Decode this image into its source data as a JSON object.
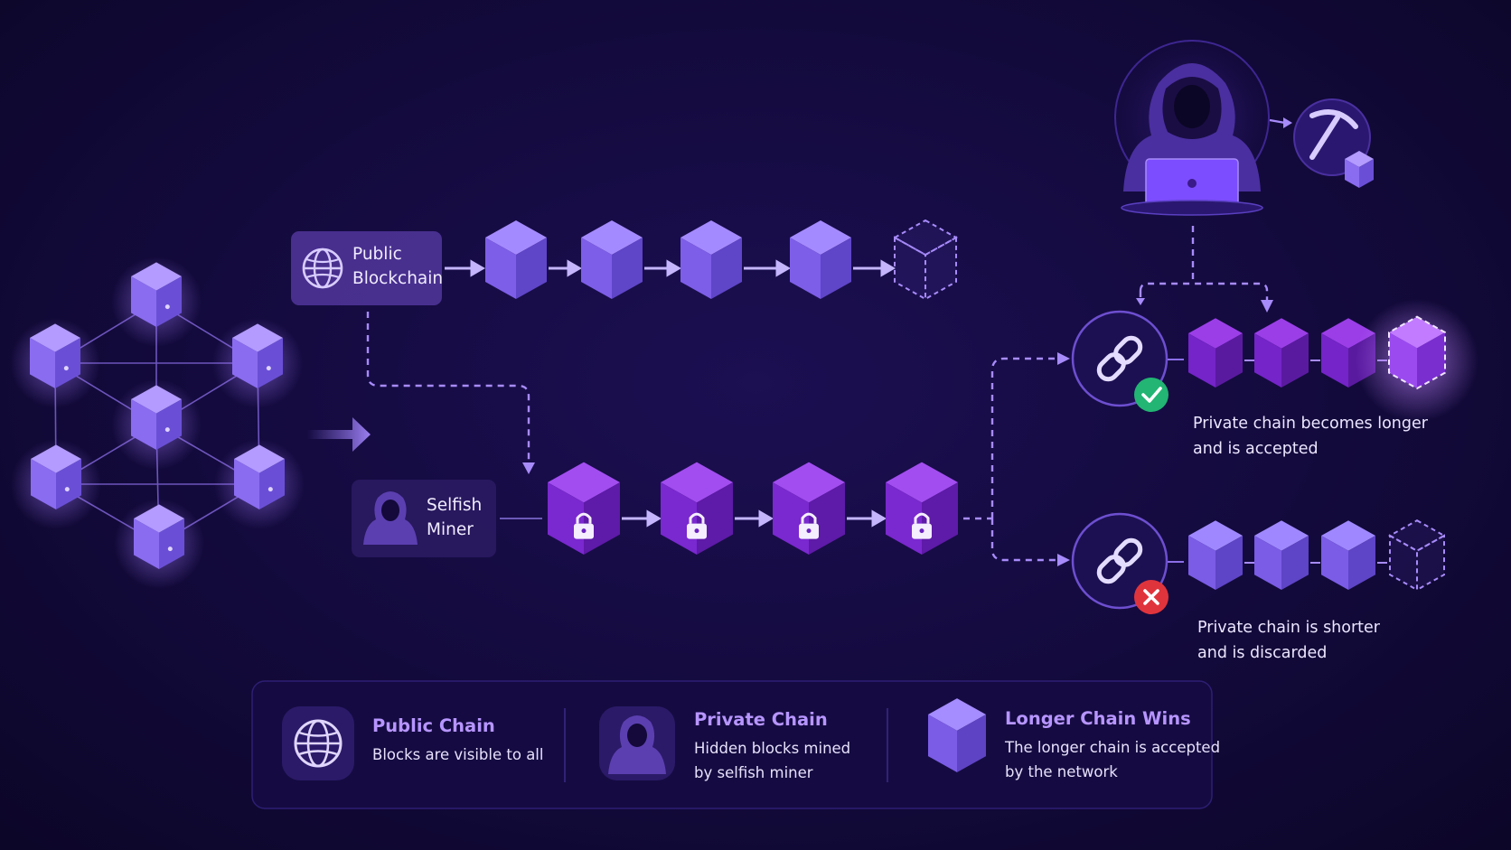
{
  "public_box": {
    "line1": "Public",
    "line2": "Blockchain",
    "icon": "globe-icon"
  },
  "miner_box": {
    "line1": "Selfish",
    "line2": "Miner",
    "icon": "hooded-miner-icon"
  },
  "outcome_accepted": {
    "line1": "Private chain becomes longer",
    "line2": "and is accepted",
    "status_color": "#22b573"
  },
  "outcome_discarded": {
    "line1": "Private chain is shorter",
    "line2": "and is discarded",
    "status_color": "#e0343c"
  },
  "legend": [
    {
      "title": "Public Chain",
      "desc1": "Blocks are visible to all",
      "desc2": "",
      "icon": "globe-icon"
    },
    {
      "title": "Private Chain",
      "desc1": "Hidden blocks mined",
      "desc2": "by selfish miner",
      "icon": "hooded-miner-icon"
    },
    {
      "title": "Longer Chain Wins",
      "desc1": "The longer chain is accepted",
      "desc2": "by the network",
      "icon": "cube-icon"
    }
  ],
  "colors": {
    "accent": "#8b5cf6",
    "block": "#7b5ce6",
    "private_block": "#8b2fe0",
    "background": "#130a3c"
  }
}
